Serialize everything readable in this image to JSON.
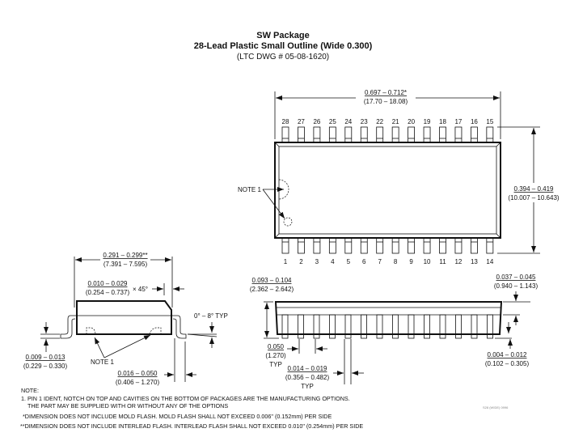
{
  "title": {
    "line1": "SW Package",
    "line2": "28-Lead Plastic Small Outline (Wide 0.300)",
    "line3": "(LTC DWG # 05-08-1620)"
  },
  "top_view": {
    "pins_top": [
      "28",
      "27",
      "26",
      "25",
      "24",
      "23",
      "22",
      "21",
      "20",
      "19",
      "18",
      "17",
      "16",
      "15"
    ],
    "pins_bottom": [
      "1",
      "2",
      "3",
      "4",
      "5",
      "6",
      "7",
      "8",
      "9",
      "10",
      "11",
      "12",
      "13",
      "14"
    ],
    "length_in": "0.697 – 0.712*",
    "length_mm": "(17.70 – 18.08)",
    "width_in": "0.394 – 0.419",
    "width_mm": "(10.007 – 10.643)",
    "note": "NOTE 1"
  },
  "side_view": {
    "width_in": "0.291 – 0.299**",
    "width_mm": "(7.391 – 7.595)",
    "chamfer_in": "0.010 – 0.029",
    "chamfer_mm": "(0.254 – 0.737)",
    "chamfer_angle": "× 45°",
    "angle": "0° – 8° TYP",
    "lead_thick_in": "0.009 – 0.013",
    "lead_thick_mm": "(0.229 – 0.330)",
    "note": "NOTE 1",
    "foot_in": "0.016 – 0.050",
    "foot_mm": "(0.406 – 1.270)"
  },
  "end_view": {
    "height_in": "0.093 – 0.104",
    "height_mm": "(2.362 – 2.642)",
    "body_in": "0.037 – 0.045",
    "body_mm": "(0.940 – 1.143)",
    "pitch_in": "0.050",
    "pitch_mm": "(1.270)",
    "pitch_typ": "TYP",
    "lead_w_in": "0.014 – 0.019",
    "lead_w_mm": "(0.356 – 0.482)",
    "lead_w_typ": "TYP",
    "standoff_in": "0.004 – 0.012",
    "standoff_mm": "(0.102 – 0.305)"
  },
  "notes": {
    "header": "NOTE:",
    "n1a": "1. PIN 1 IDENT, NOTCH ON TOP AND CAVITIES ON THE BOTTOM OF PACKAGES ARE THE MANUFACTURING OPTIONS.",
    "n1b": "THE PART MAY BE SUPPLIED WITH OR WITHOUT ANY OF THE OPTIONS",
    "n2": "*DIMENSION DOES NOT INCLUDE MOLD FLASH. MOLD FLASH SHALL NOT EXCEED 0.006\" (0.152mm) PER SIDE",
    "n3": "**DIMENSION DOES NOT INCLUDE INTERLEAD FLASH. INTERLEAD FLASH SHALL NOT EXCEED 0.010\" (0.254mm) PER SIDE"
  },
  "drawing_id": "S28 (WIDE) 0996"
}
